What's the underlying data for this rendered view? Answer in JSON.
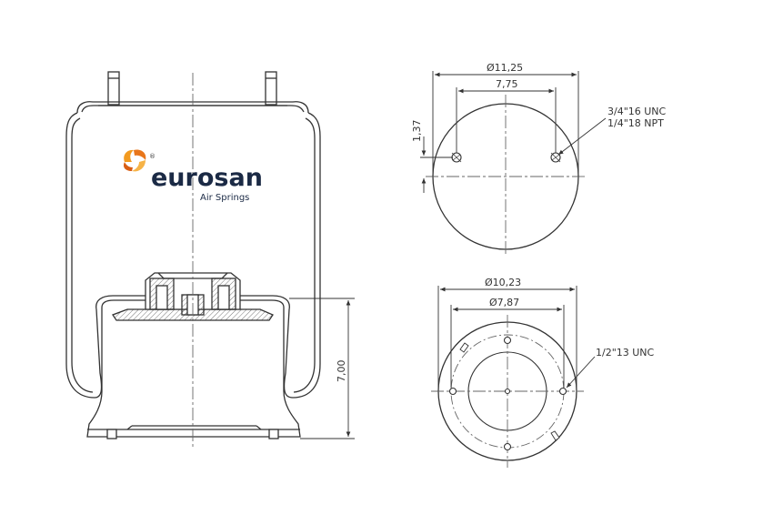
{
  "brand": {
    "name": "eurosan",
    "subtitle": "Air Springs",
    "registered": "®",
    "colors": {
      "orange": "#f29a1f",
      "navy": "#1b2a45"
    }
  },
  "dimensions": {
    "height": "7,00",
    "top_plate_diameter": "Ø11,25",
    "stud_spacing": "7,75",
    "stud_offset": "1,37",
    "stud_thread": "3/4\"16 UNC",
    "air_fitting": "1/4\"18 NPT",
    "piston_diameter": "Ø10,23",
    "bolt_circle": "Ø7,87",
    "piston_thread": "1/2\"13 UNC"
  },
  "colors": {
    "line": "#333333",
    "centerline": "#666666"
  }
}
